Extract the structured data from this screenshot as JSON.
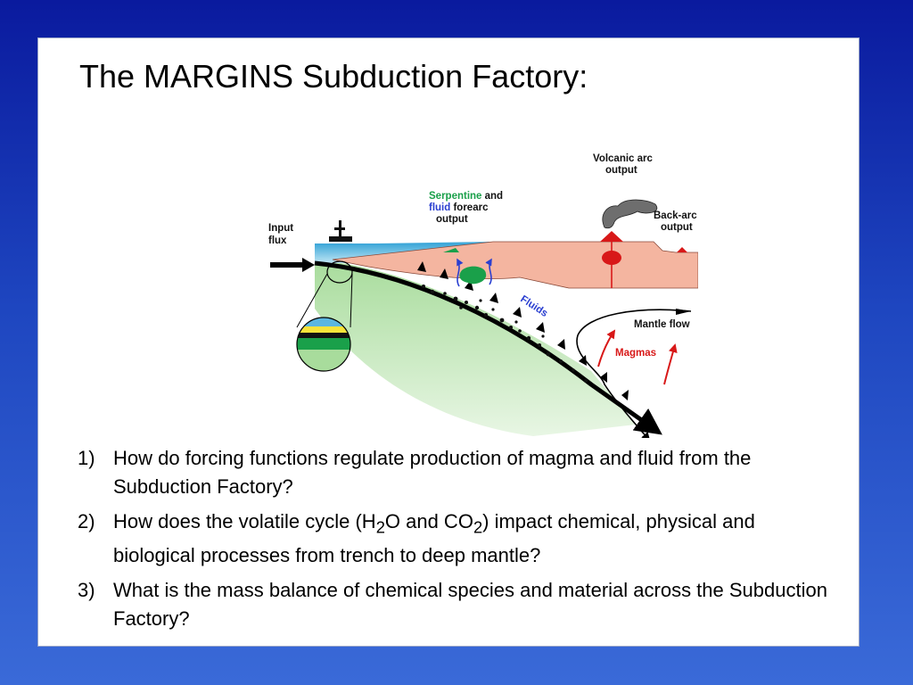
{
  "slide": {
    "title": "The MARGINS Subduction Factory:"
  },
  "diagram": {
    "labels": {
      "input_flux_1": "Input",
      "input_flux_2": "flux",
      "serpentine_1a": "Serpentine",
      "serpentine_1b": " and",
      "serpentine_2a": "fluid",
      "serpentine_2b": " forearc",
      "serpentine_3": "output",
      "volcanic_1": "Volcanic arc",
      "volcanic_2": "output",
      "backarc_1": "Back-arc",
      "backarc_2": "output",
      "fluids": "Fluids",
      "mantle_flow": "Mantle flow",
      "magmas": "Magmas"
    },
    "colors": {
      "ocean": "#5bb6e0",
      "crust": "#f4b5a0",
      "mantle_green": "#a8dc9c",
      "serpentine": "#1aa04a",
      "fluid_label": "#2a3fd0",
      "magma_red": "#d81818"
    }
  },
  "questions": [
    {
      "num": "1)",
      "text_a": "How do forcing functions regulate production of magma and fluid from the Subduction Factory?"
    },
    {
      "num": "2)",
      "text_a": "How does the volatile cycle (H",
      "sub1": "2",
      "text_b": "O and CO",
      "sub2": "2",
      "text_c": ") impact chemical, physical and biological processes from trench to deep mantle?"
    },
    {
      "num": "3)",
      "text_a": "What is the mass balance of chemical species and material across the Subduction Factory?"
    }
  ]
}
